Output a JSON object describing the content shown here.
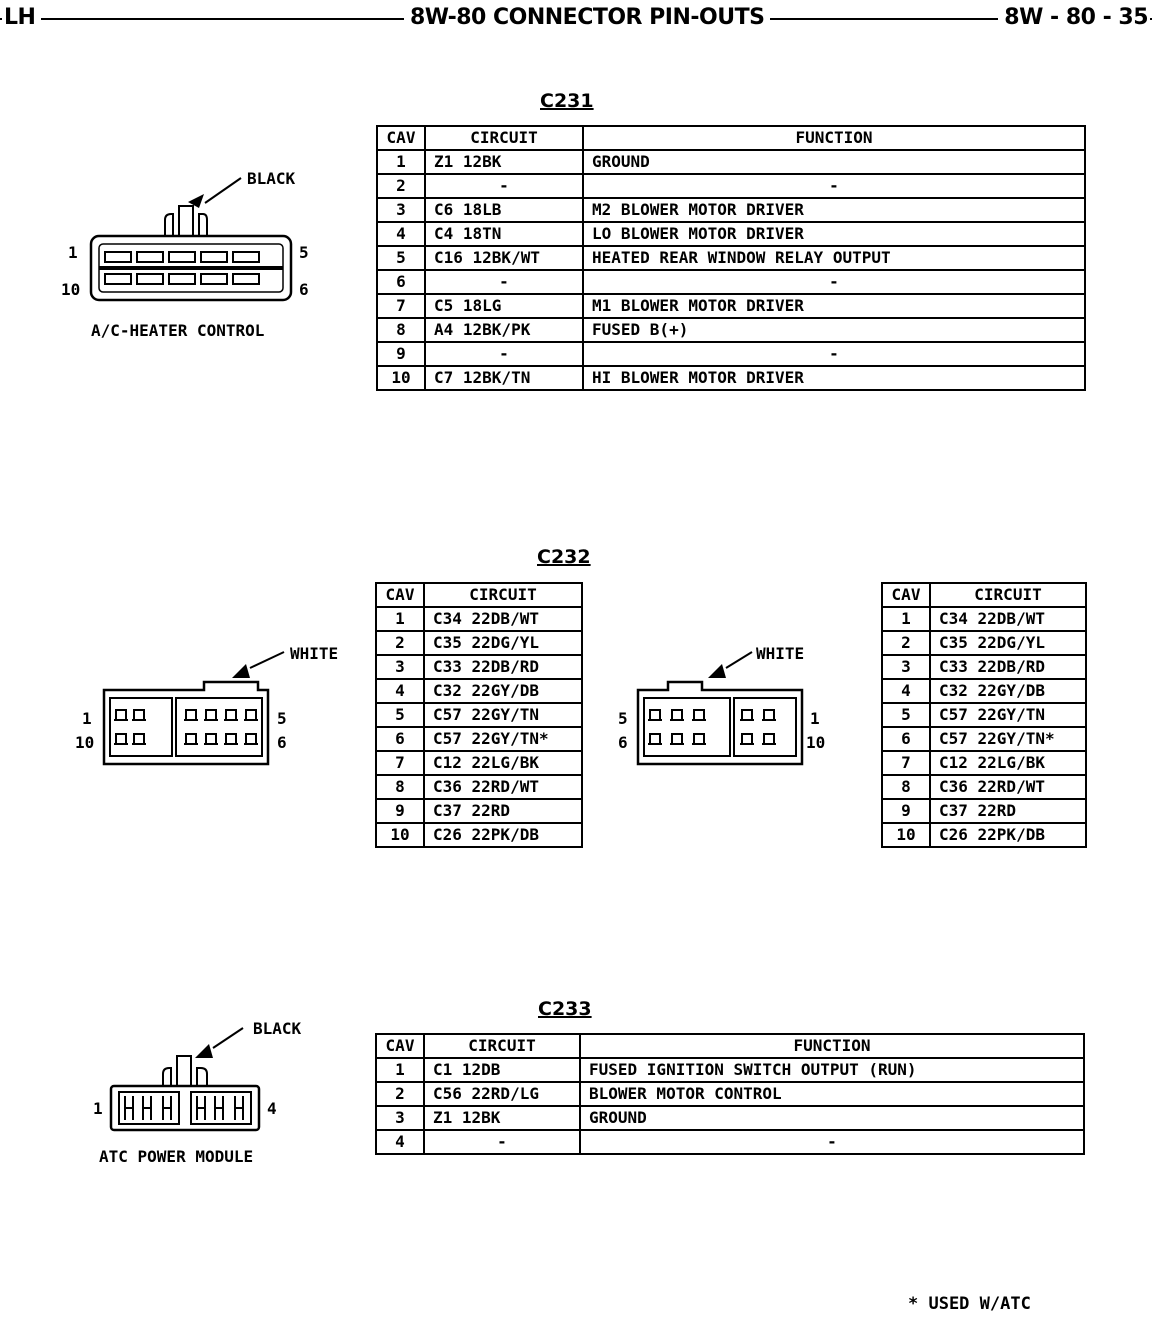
{
  "header": {
    "left": "LH",
    "title": "8W-80 CONNECTOR PIN-OUTS",
    "right": "8W - 80 - 35"
  },
  "c231": {
    "title": "C231",
    "color_label": "BLACK",
    "component_label": "A/C-HEATER CONTROL",
    "pin_labels": {
      "top_left": "1",
      "top_right": "5",
      "bottom_left": "10",
      "bottom_right": "6"
    },
    "columns": [
      "CAV",
      "CIRCUIT",
      "FUNCTION"
    ],
    "rows": [
      {
        "cav": "1",
        "circuit": "Z1 12BK",
        "function": "GROUND"
      },
      {
        "cav": "2",
        "circuit": "-",
        "function": "-"
      },
      {
        "cav": "3",
        "circuit": "C6 18LB",
        "function": "M2 BLOWER MOTOR DRIVER"
      },
      {
        "cav": "4",
        "circuit": "C4 18TN",
        "function": "LO BLOWER MOTOR DRIVER"
      },
      {
        "cav": "5",
        "circuit": "C16 12BK/WT",
        "function": "HEATED REAR WINDOW RELAY OUTPUT"
      },
      {
        "cav": "6",
        "circuit": "-",
        "function": "-"
      },
      {
        "cav": "7",
        "circuit": "C5 18LG",
        "function": "M1 BLOWER MOTOR DRIVER"
      },
      {
        "cav": "8",
        "circuit": "A4 12BK/PK",
        "function": "FUSED B(+)"
      },
      {
        "cav": "9",
        "circuit": "-",
        "function": "-"
      },
      {
        "cav": "10",
        "circuit": "C7 12BK/TN",
        "function": "HI BLOWER MOTOR DRIVER"
      }
    ]
  },
  "c232": {
    "title": "C232",
    "left_connector": {
      "color_label": "WHITE",
      "pin_labels": {
        "top_left": "1",
        "top_right": "5",
        "bottom_left": "10",
        "bottom_right": "6"
      }
    },
    "right_connector": {
      "color_label": "WHITE",
      "pin_labels": {
        "top_left": "5",
        "top_right": "1",
        "bottom_left": "6",
        "bottom_right": "10"
      }
    },
    "columns": [
      "CAV",
      "CIRCUIT"
    ],
    "rows": [
      {
        "cav": "1",
        "circuit": "C34 22DB/WT"
      },
      {
        "cav": "2",
        "circuit": "C35 22DG/YL"
      },
      {
        "cav": "3",
        "circuit": "C33 22DB/RD"
      },
      {
        "cav": "4",
        "circuit": "C32 22GY/DB"
      },
      {
        "cav": "5",
        "circuit": "C57 22GY/TN"
      },
      {
        "cav": "6",
        "circuit": "C57 22GY/TN*"
      },
      {
        "cav": "7",
        "circuit": "C12 22LG/BK"
      },
      {
        "cav": "8",
        "circuit": "C36 22RD/WT"
      },
      {
        "cav": "9",
        "circuit": "C37 22RD"
      },
      {
        "cav": "10",
        "circuit": "C26 22PK/DB"
      }
    ]
  },
  "c233": {
    "title": "C233",
    "color_label": "BLACK",
    "component_label": "ATC POWER MODULE",
    "pin_labels": {
      "left": "1",
      "right": "4"
    },
    "columns": [
      "CAV",
      "CIRCUIT",
      "FUNCTION"
    ],
    "rows": [
      {
        "cav": "1",
        "circuit": "C1 12DB",
        "function": "FUSED IGNITION SWITCH OUTPUT (RUN)"
      },
      {
        "cav": "2",
        "circuit": "C56 22RD/LG",
        "function": "BLOWER MOTOR CONTROL"
      },
      {
        "cav": "3",
        "circuit": "Z1 12BK",
        "function": "GROUND"
      },
      {
        "cav": "4",
        "circuit": "-",
        "function": "-"
      }
    ]
  },
  "footnote": "* USED W/ATC"
}
